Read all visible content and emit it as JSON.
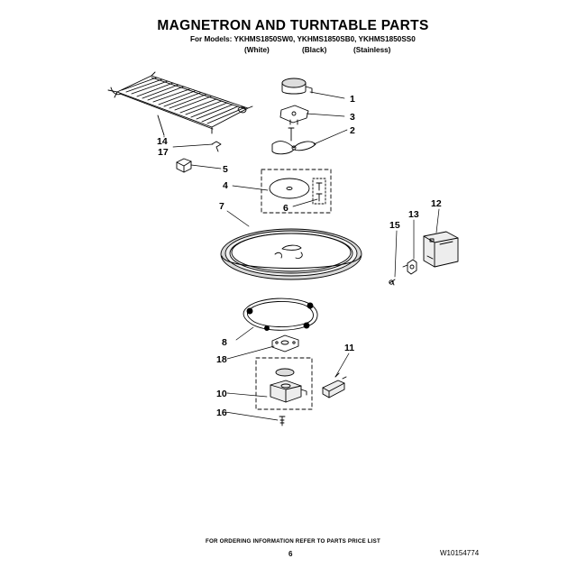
{
  "header": {
    "title": "MAGNETRON AND TURNTABLE PARTS",
    "models_line": "For Models: YKHMS1850SW0, YKHMS1850SB0, YKHMS1850SS0",
    "finishes": [
      "(White)",
      "(Black)",
      "(Stainless)"
    ]
  },
  "callouts": [
    "1",
    "3",
    "2",
    "14",
    "17",
    "5",
    "4",
    "6",
    "7",
    "12",
    "13",
    "15",
    "8",
    "18",
    "11",
    "10",
    "16"
  ],
  "footer": {
    "note": "FOR ORDERING INFORMATION REFER TO PARTS PRICE LIST",
    "page": "6",
    "doc_code": "W10154774"
  },
  "colors": {
    "ink": "#000000",
    "background": "#ffffff"
  }
}
